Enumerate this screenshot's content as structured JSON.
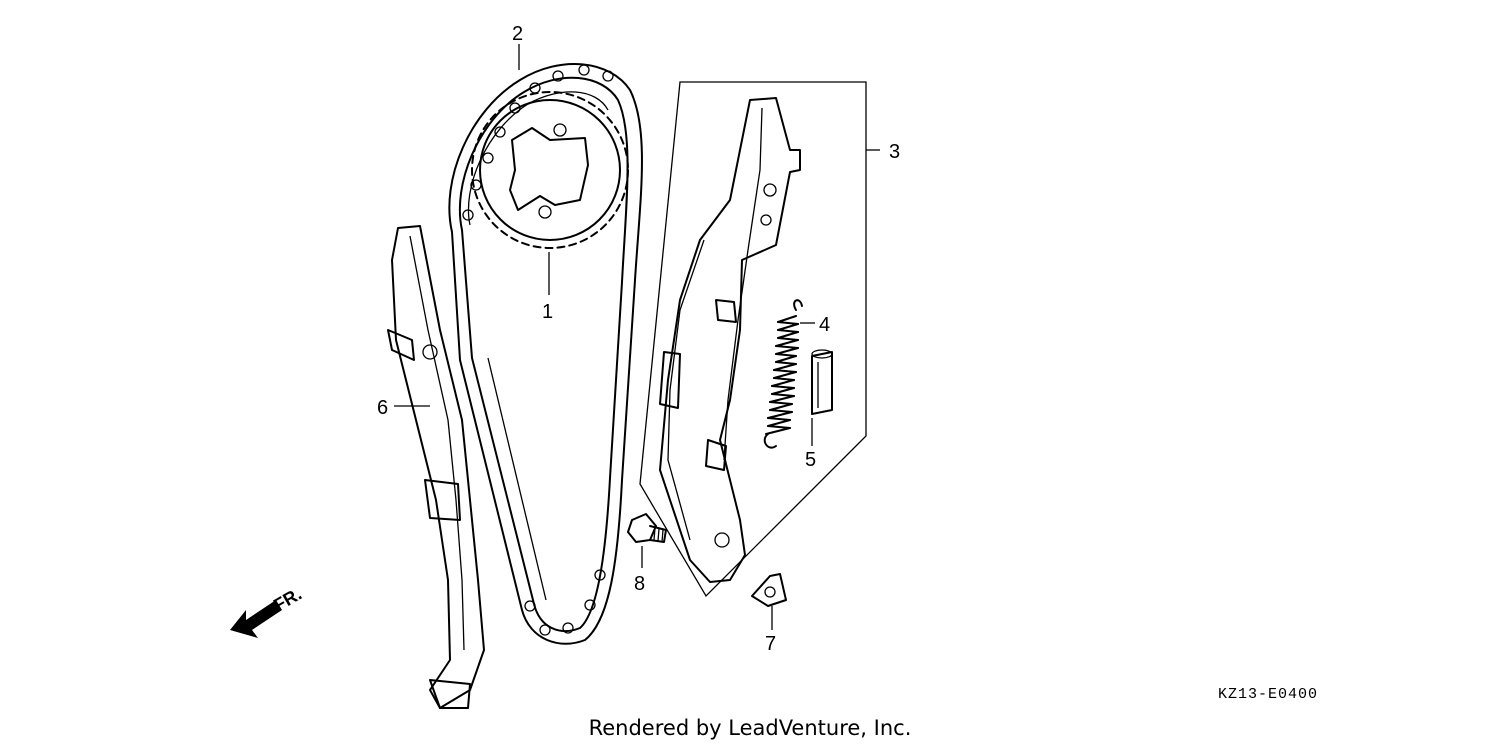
{
  "callouts": {
    "c1": "1",
    "c2": "2",
    "c3": "3",
    "c4": "4",
    "c5": "5",
    "c6": "6",
    "c7": "7",
    "c8": "8"
  },
  "direction_label": "FR.",
  "diagram_code": "KZ13-E0400",
  "credit": "Rendered by LeadVenture, Inc."
}
